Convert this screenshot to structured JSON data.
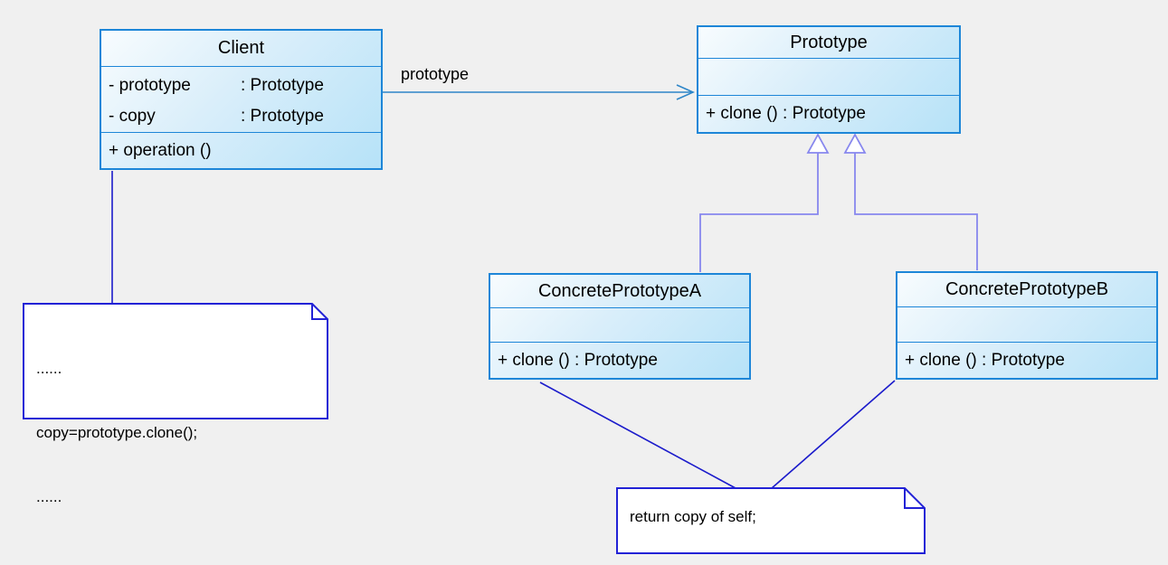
{
  "canvas": {
    "background": "#f0f0f0"
  },
  "classes": [
    {
      "title": "Client",
      "attributes": [
        {
          "name": "- prototype",
          "type": ": Prototype"
        },
        {
          "name": "- copy",
          "type": ": Prototype"
        }
      ],
      "methods": [
        "+ operation ()"
      ]
    },
    {
      "title": "Prototype",
      "attributes": [],
      "methods": [
        "+ clone () : Prototype"
      ]
    },
    {
      "title": "ConcretePrototypeA",
      "attributes": [],
      "methods": [
        "+ clone () : Prototype"
      ]
    },
    {
      "title": "ConcretePrototypeB",
      "attributes": [],
      "methods": [
        "+ clone () : Prototype"
      ]
    }
  ],
  "association": {
    "label": "prototype"
  },
  "notes": [
    {
      "lines": [
        "......",
        "copy=prototype.clone();",
        "......"
      ]
    },
    {
      "lines": [
        "return copy of self;"
      ]
    }
  ],
  "colors": {
    "background": "#f0f0f0",
    "class_border": "#1d86d8",
    "class_fill_top": "#f8fcfe",
    "class_fill_bottom": "#b6e2f8",
    "association_line": "#2e86c8",
    "inheritance_line": "#8787ee",
    "note_border": "#2222d6",
    "note_connector": "#1b1bcb",
    "text": "#000000"
  }
}
